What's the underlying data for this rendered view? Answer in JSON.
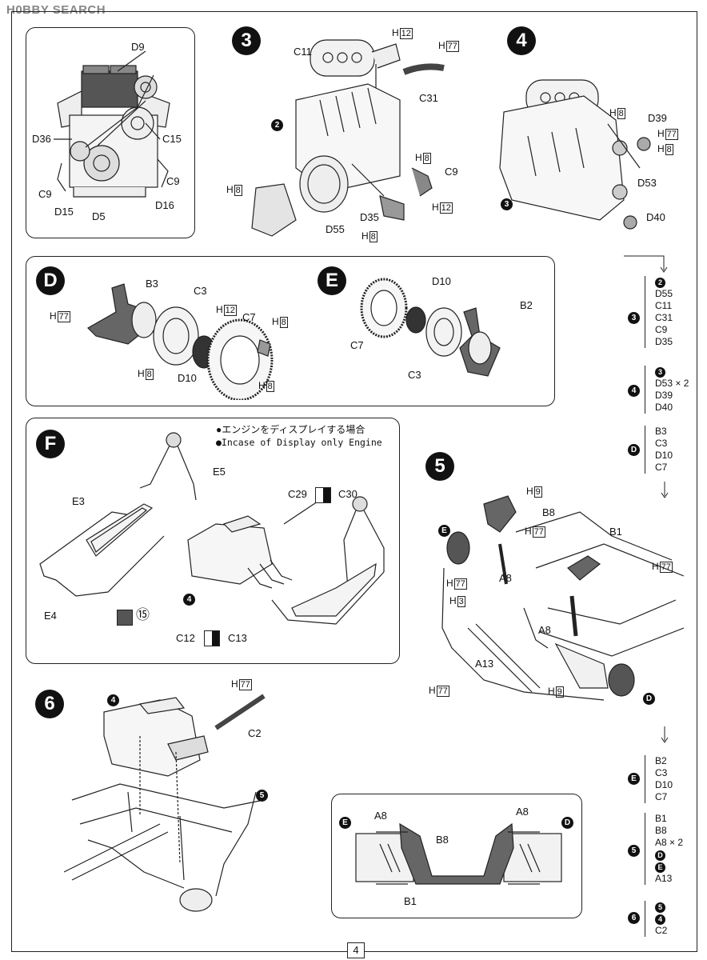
{
  "header": {
    "logo": "H0BBY SEARCH"
  },
  "page_number": "4",
  "engine_box": {
    "labels": [
      "D9",
      "D36",
      "C15",
      "C9",
      "C9",
      "D15",
      "D5",
      "D16"
    ]
  },
  "step3": {
    "num": "3",
    "labels": [
      "C11",
      "C31",
      "C9",
      "D35",
      "D55"
    ],
    "h": [
      {
        "pre": "H",
        "num": "12"
      },
      {
        "pre": "H",
        "num": "77"
      },
      {
        "pre": "H",
        "num": "8"
      },
      {
        "pre": "H",
        "num": "12"
      },
      {
        "pre": "H",
        "num": "8"
      },
      {
        "pre": "H",
        "num": "8"
      }
    ],
    "ref": "2"
  },
  "step4": {
    "num": "4",
    "labels": [
      "D39",
      "D53",
      "D40"
    ],
    "h": [
      {
        "pre": "H",
        "num": "8"
      },
      {
        "pre": "H",
        "num": "77"
      },
      {
        "pre": "H",
        "num": "8"
      }
    ],
    "ref": "3"
  },
  "stepD": {
    "num": "D",
    "labels": [
      "B3",
      "C3",
      "C7",
      "D10"
    ],
    "h": [
      {
        "pre": "H",
        "num": "77"
      },
      {
        "pre": "H",
        "num": "12"
      },
      {
        "pre": "H",
        "num": "8"
      },
      {
        "pre": "H",
        "num": "8"
      },
      {
        "pre": "H",
        "num": "8"
      }
    ]
  },
  "stepE": {
    "num": "E",
    "labels": [
      "D10",
      "B2",
      "C7",
      "C3"
    ]
  },
  "stepF": {
    "num": "F",
    "note_jp": "●エンジンをディスプレイする場合",
    "note_en": "●Incase of Display only Engine",
    "labels": [
      "E5",
      "E3",
      "E4",
      "C29",
      "C30",
      "C12",
      "C13"
    ],
    "paint_num": "⑮",
    "ref": "4"
  },
  "step5": {
    "num": "5",
    "labels": [
      "B8",
      "B1",
      "A8",
      "A8",
      "A13"
    ],
    "h": [
      {
        "pre": "H",
        "num": "9"
      },
      {
        "pre": "H",
        "num": "77"
      },
      {
        "pre": "H",
        "num": "77"
      },
      {
        "pre": "H",
        "num": "77"
      },
      {
        "pre": "H",
        "num": "3"
      },
      {
        "pre": "H",
        "num": "77"
      },
      {
        "pre": "H",
        "num": "9"
      }
    ],
    "refs": [
      "E",
      "D"
    ]
  },
  "step6": {
    "num": "6",
    "labels": [
      "C2"
    ],
    "h": [
      {
        "pre": "H",
        "num": "77"
      }
    ],
    "refs": [
      "4",
      "5"
    ]
  },
  "detail_box": {
    "labels": [
      "A8",
      "A8",
      "B8",
      "B1"
    ],
    "refs": [
      "E",
      "D"
    ]
  },
  "sequence": [
    {
      "step": "3",
      "items": [
        "2",
        "D55",
        "C11",
        "C31",
        "C9",
        "D35"
      ]
    },
    {
      "step": "4",
      "items": [
        "3",
        "D53 × 2",
        "D39",
        "D40"
      ]
    },
    {
      "step": "D",
      "items": [
        "B3",
        "C3",
        "D10",
        "C7"
      ]
    },
    {
      "step": "E",
      "items": [
        "B2",
        "C3",
        "D10",
        "C7"
      ]
    },
    {
      "step": "5",
      "items": [
        "B1",
        "B8",
        "A8 × 2",
        "D",
        "E",
        "A13"
      ]
    },
    {
      "step": "6",
      "items": [
        "5",
        "4",
        "C2"
      ]
    }
  ]
}
